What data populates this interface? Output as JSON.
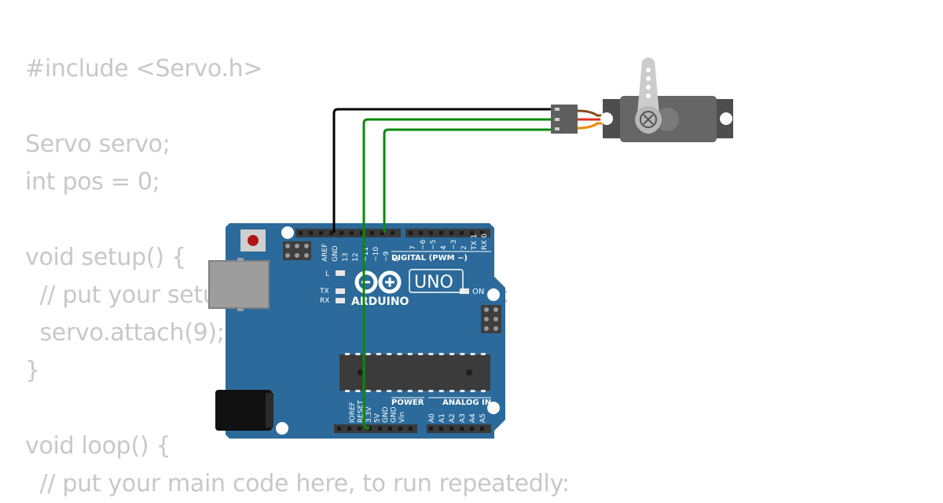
{
  "code_lines": [
    "#include <Servo.h>",
    "",
    "Servo servo;",
    "int pos = 0;",
    "",
    "void setup() {",
    "  // put your setup code here, to run once:",
    "  servo.attach(9);",
    "}",
    "",
    "void loop() {",
    "  // put your main code here, to run repeatedly:"
  ],
  "board": {
    "brand": "ARDUINO",
    "model": "UNO",
    "digital_header_label": "DIGITAL (PWM ~)",
    "power_label": "POWER",
    "analog_label": "ANALOG IN",
    "on_label": "ON",
    "led_l": "L",
    "led_tx": "TX",
    "led_rx": "RX",
    "digital_pins": [
      "AREF",
      "GND",
      "13",
      "12",
      "~11",
      "~10",
      "~9",
      "8",
      "7",
      "~6",
      "~5",
      "4",
      "~3",
      "2",
      "TX 1",
      "RX 0"
    ],
    "power_pins": [
      "IOREF",
      "RESET",
      "3.3V",
      "5V",
      "GND",
      "GND",
      "Vin"
    ],
    "analog_pins": [
      "A0",
      "A1",
      "A2",
      "A3",
      "A4",
      "A5"
    ],
    "color": "#2b6a9a"
  },
  "wires": [
    {
      "name": "gnd-wire",
      "color": "#000000"
    },
    {
      "name": "5v-wire",
      "color": "#0a8a0a"
    },
    {
      "name": "signal-wire",
      "color": "#0a8a0a"
    }
  ],
  "servo": {
    "body_color": "#666666",
    "horn_color": "#cccccc"
  }
}
